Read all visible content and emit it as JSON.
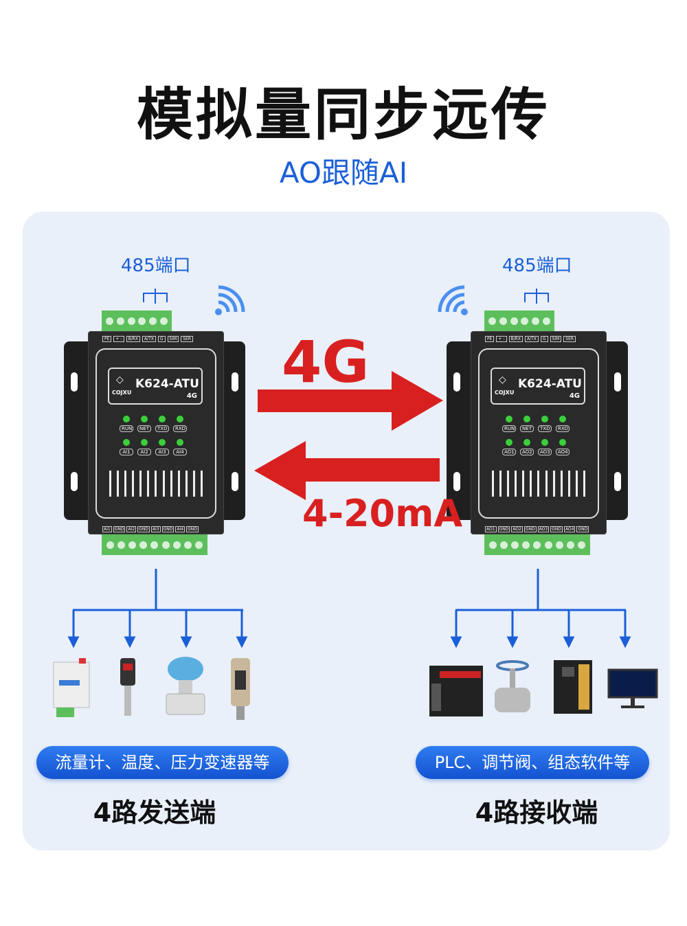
{
  "title": "模拟量同步远传",
  "subtitle": "AO跟随AI",
  "sender": {
    "port_label": "485端口",
    "brand": "COJXU",
    "model": "K624-ATU",
    "network": "4G",
    "status_leds": [
      "RUN",
      "NET",
      "TXD",
      "RXD"
    ],
    "channel_leds": [
      "AI1",
      "AI2",
      "AI3",
      "AI4"
    ],
    "bottom_terminals": [
      "AI1",
      "GND",
      "AI2",
      "GND",
      "AI3",
      "GND",
      "AI4",
      "GND"
    ],
    "devices_label": "流量计、温度、压力变速器等",
    "caption": "4路发送端"
  },
  "receiver": {
    "port_label": "485端口",
    "brand": "COJXU",
    "model": "K624-ATU",
    "network": "4G",
    "status_leds": [
      "RUN",
      "NET",
      "TXD",
      "RXD"
    ],
    "channel_leds": [
      "AO1",
      "AO2",
      "AO3",
      "AO4"
    ],
    "bottom_terminals": [
      "AO1",
      "GND",
      "AO2",
      "GND",
      "AO3",
      "GND",
      "AO4",
      "GND"
    ],
    "devices_label": "PLC、调节阀、组态软件等",
    "caption": "4路接收端"
  },
  "top_terminals": [
    "PE",
    "+ -",
    "B/RX",
    "A/TX",
    "G",
    "SIM",
    "SER"
  ],
  "link_label": "4G",
  "signal_label": "4-20mA",
  "colors": {
    "accent": "#1b5fd8",
    "arrow": "#d92020",
    "led": "#3ccf3c",
    "panel": "#e9f0fa"
  }
}
